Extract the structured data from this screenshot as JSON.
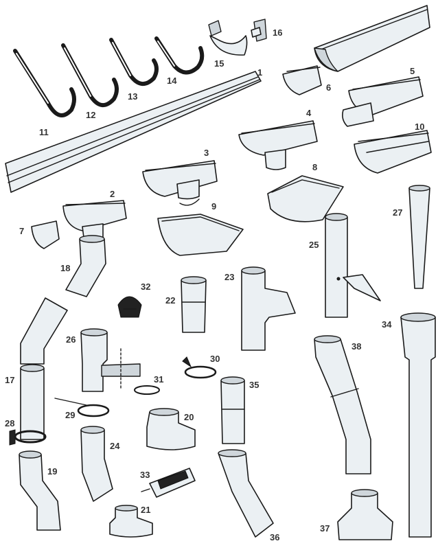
{
  "labels": {
    "p1": "1",
    "p2": "2",
    "p3": "3",
    "p4": "4",
    "p5": "5",
    "p6": "6",
    "p7": "7",
    "p8": "8",
    "p9": "9",
    "p10": "10",
    "p11": "11",
    "p12": "12",
    "p13": "13",
    "p14": "14",
    "p15": "15",
    "p16": "16",
    "p17": "17",
    "p18": "18",
    "p19": "19",
    "p20": "20",
    "p21": "21",
    "p22": "22",
    "p23": "23",
    "p24": "24",
    "p25": "25",
    "p26": "26",
    "p27": "27",
    "p28": "28",
    "p29": "29",
    "p30": "30",
    "p31": "31",
    "p32": "32",
    "p33": "33",
    "p34": "34",
    "p35": "35",
    "p36": "36",
    "p37": "37",
    "p38": "38"
  },
  "colors": {
    "part_fill": "#ebf0f3",
    "shade": "#cfd6db",
    "outline": "#1a1a1a",
    "label": "#333333"
  }
}
